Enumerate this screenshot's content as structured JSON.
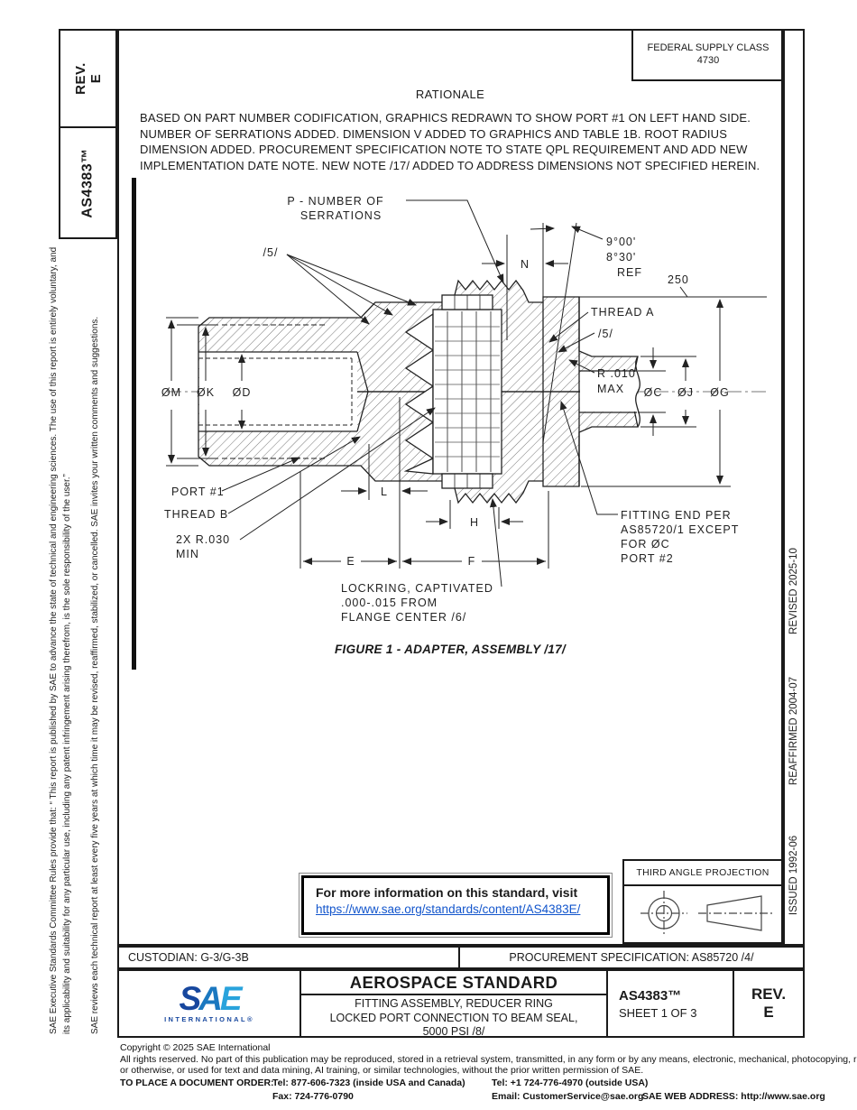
{
  "margins": {
    "rev_box": "REV.\nE",
    "doc_box": "AS4383™",
    "disclaimer1": "SAE Executive Standards Committee Rules provide that: “ This report is published by SAE to advance the state of technical and engineering sciences. The use of this report is entirely voluntary, and its applicability and suitability for any particular use, including any patent infringement arising therefrom, is the sole responsibility of the user.”",
    "disclaimer2": "SAE reviews each technical report at least every five years at which time it may be revised, reaffirmed, stabilized, or cancelled. SAE invites your written comments and suggestions.",
    "issued": "ISSUED 1992-06",
    "reaffirmed": "REAFFIRMED 2004-07",
    "revised": "REVISED 2025-10"
  },
  "header": {
    "fsc_line1": "FEDERAL SUPPLY CLASS",
    "fsc_line2": "4730"
  },
  "rationale": {
    "title": "RATIONALE",
    "body": "BASED ON PART NUMBER CODIFICATION, GRAPHICS REDRAWN TO SHOW PORT #1 ON LEFT HAND SIDE. NUMBER OF SERRATIONS ADDED. DIMENSION V ADDED TO GRAPHICS AND TABLE 1B. ROOT RADIUS DIMENSION ADDED. PROCUREMENT SPECIFICATION NOTE TO STATE QPL REQUIREMENT AND ADD NEW IMPLEMENTATION DATE NOTE. NEW NOTE /17/ ADDED TO ADDRESS DIMENSIONS NOT SPECIFIED HEREIN."
  },
  "figure": {
    "caption": "FIGURE 1 - ADAPTER, ASSEMBLY /17/",
    "labels": {
      "p1": "P - NUMBER OF",
      "p2": "SERRATIONS",
      "flag5_left": "/5/",
      "n": "N",
      "angle1": "9°00'",
      "angle2": "8°30'",
      "angle_ref": "REF",
      "dim250": "250",
      "thread_a": "THREAD A",
      "flag5_right": "/5/",
      "r010": "R .010",
      "r010_max": "MAX",
      "dia_m": "ØM",
      "dia_k": "ØK",
      "dia_d": "ØD",
      "dia_c": "ØC",
      "dia_j": "ØJ",
      "dia_g": "ØG",
      "port1": "PORT #1",
      "thread_b": "THREAD B",
      "r030": "2X R.030",
      "r030_min": "MIN",
      "dim_l": "L",
      "dim_h": "H",
      "dim_e": "E",
      "dim_f": "F",
      "fitting1": "FITTING END PER",
      "fitting2": "AS85720/1 EXCEPT",
      "fitting3": "FOR ØC",
      "fitting4": "PORT #2",
      "lockring1": "LOCKRING, CAPTIVATED",
      "lockring2": ".000-.015 FROM",
      "lockring3": "FLANGE CENTER  /6/"
    }
  },
  "info_box": {
    "line": "For more information on this standard, visit",
    "link": "https://www.sae.org/standards/content/AS4383E/"
  },
  "projection": {
    "title": "THIRD ANGLE PROJECTION"
  },
  "custodian_row": {
    "custodian": "CUSTODIAN: G-3/G-3B",
    "procurement": "PROCUREMENT SPECIFICATION: AS85720 /4/"
  },
  "title_block": {
    "heading": "AEROSPACE STANDARD",
    "subtitle1": "FITTING ASSEMBLY, REDUCER RING",
    "subtitle2": "LOCKED PORT CONNECTION TO BEAM SEAL,",
    "subtitle3": "5000 PSI /8/",
    "doc_number": "AS4383™",
    "sheet": "SHEET 1 OF 3",
    "rev_label": "REV.",
    "rev_value": "E",
    "logo_l1": "S",
    "logo_l2": "A",
    "logo_l3": "E",
    "logo_sub": "INTERNATIONAL®"
  },
  "footer": {
    "copyright": "Copyright © 2025 SAE International",
    "rights1": "All rights reserved. No part of this publication may be reproduced, stored in a retrieval system, transmitted, in any form or by any means, electronic, mechanical, photocopying, recording,",
    "rights2": "or otherwise, or used for text and data mining, AI training, or similar technologies, without the prior written permission of SAE.",
    "order_label": "TO PLACE A DOCUMENT ORDER:",
    "tel1": "Tel: 877-606-7323 (inside USA and Canada)",
    "tel2": "Tel: +1 724-776-4970 (outside USA)",
    "fax": "Fax: 724-776-0790",
    "email": "Email: CustomerService@sae.org",
    "web": "SAE WEB ADDRESS: http://www.sae.org"
  },
  "colors": {
    "link": "#1255cc",
    "logo_dark": "#17479e",
    "logo_mid": "#1b78c0",
    "logo_light": "#29a3dc"
  }
}
